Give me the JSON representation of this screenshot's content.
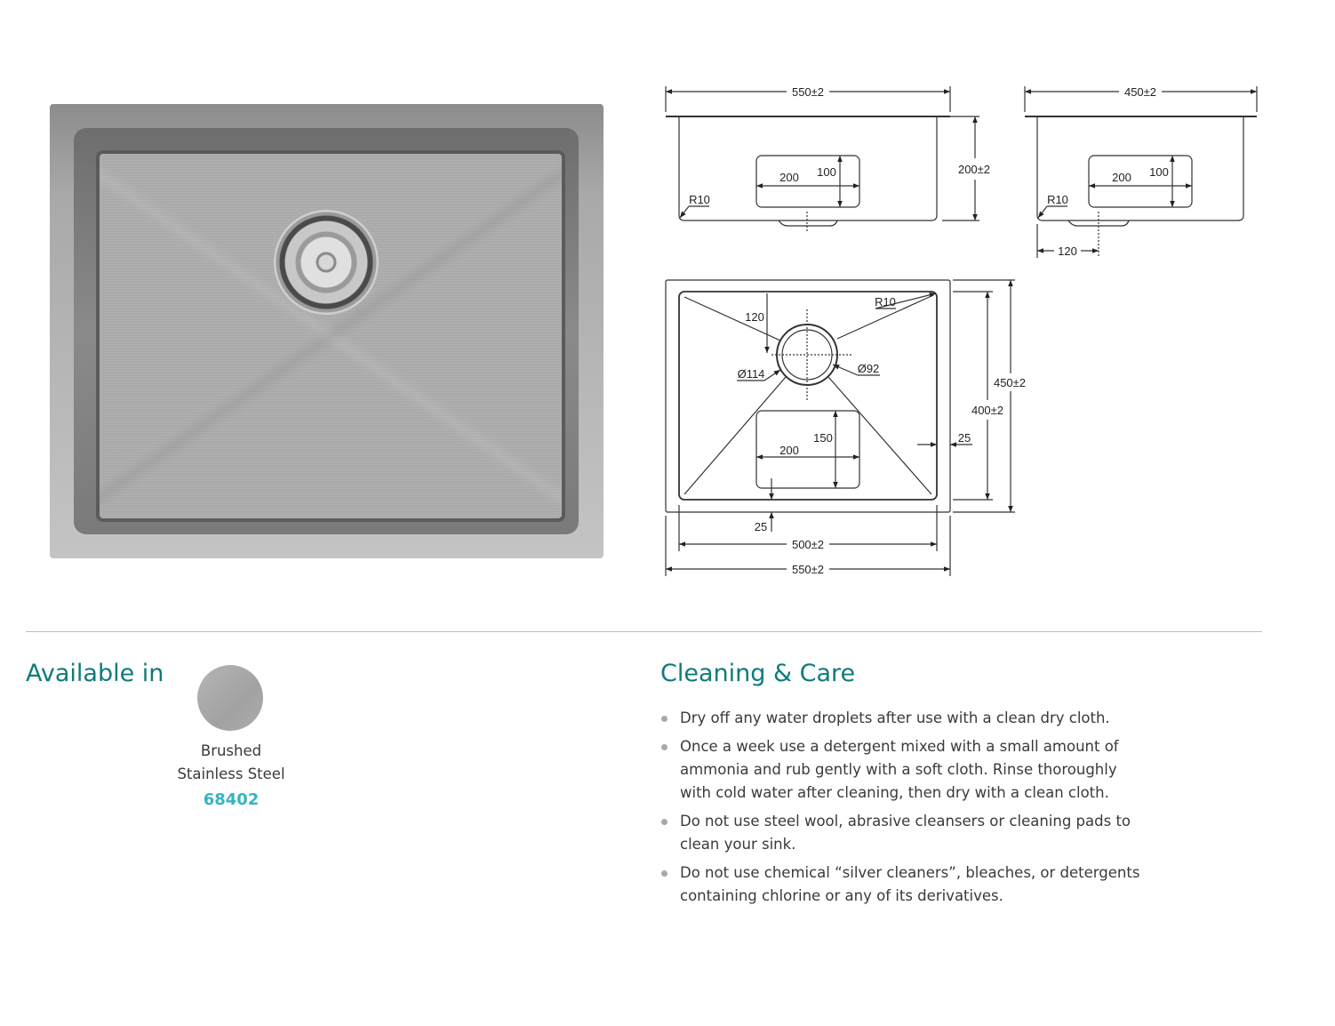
{
  "diagrams": {
    "front_view": {
      "width": "550±2",
      "height": "200±2",
      "radius": "R10",
      "recess_width": "200",
      "recess_height": "100"
    },
    "side_view": {
      "width": "450±2",
      "radius": "R10",
      "recess_width": "200",
      "recess_height": "100",
      "drain_offset": "120"
    },
    "plan_view": {
      "drain_offset": "120",
      "radius": "R10",
      "outer_diameter": "Ø114",
      "inner_diameter": "Ø92",
      "recess_height": "150",
      "recess_width": "200",
      "side_margin": "25",
      "bottom_margin": "25",
      "inner_length": "400±2",
      "outer_length": "450±2",
      "inner_width": "500±2",
      "outer_width": "550±2"
    }
  },
  "available": {
    "heading": "Available in",
    "finish_line1": "Brushed",
    "finish_line2": "Stainless Steel",
    "code": "68402",
    "swatch_color": "#aaaaaa"
  },
  "care": {
    "heading": "Cleaning & Care",
    "items": [
      "Dry off any water droplets after use with a clean dry cloth.",
      "Once a week use a detergent mixed with a small amount of ammonia and rub gently with a soft cloth. Rinse thoroughly with cold water after cleaning, then dry with a clean cloth.",
      "Do not use steel wool, abrasive cleansers or cleaning pads to clean your sink.",
      "Do not use chemical “silver cleaners”, bleaches, or detergents containing chlorine or any of its derivatives."
    ]
  },
  "colors": {
    "heading": "#0f7b7a",
    "code": "#36b4c0",
    "bullet": "#a8a8a8"
  }
}
